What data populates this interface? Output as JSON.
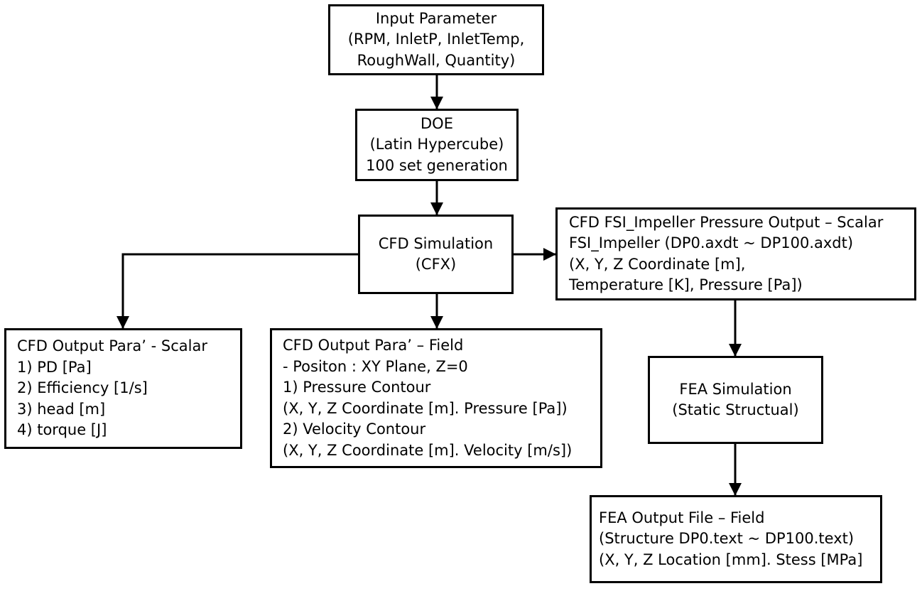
{
  "nodes": {
    "input": {
      "lines": [
        "Input Parameter",
        "(RPM, InletP, InletTemp,",
        "RoughWall, Quantity)"
      ]
    },
    "doe": {
      "lines": [
        "DOE",
        "(Latin Hypercube)",
        "100 set generation"
      ]
    },
    "cfd_sim": {
      "lines": [
        "CFD Simulation",
        "(CFX)"
      ]
    },
    "fsi_output": {
      "lines": [
        "CFD FSI_Impeller Pressure Output – Scalar",
        "FSI_Impeller (DP0.axdt ~ DP100.axdt)",
        "(X, Y, Z Coordinate [m],",
        "Temperature [K], Pressure [Pa])"
      ]
    },
    "cfd_scalar": {
      "lines": [
        "CFD Output Para’ - Scalar",
        "1) PD [Pa]",
        "2) Efficiency [1/s]",
        "3) head [m]",
        "4) torque [J]"
      ]
    },
    "cfd_field": {
      "lines": [
        "CFD Output Para’ – Field",
        "- Positon : XY Plane, Z=0",
        "1) Pressure Contour",
        "(X, Y, Z Coordinate [m]. Pressure [Pa])",
        "2) Velocity Contour",
        "(X, Y, Z Coordinate [m]. Velocity [m/s])"
      ]
    },
    "fea_sim": {
      "lines": [
        "FEA Simulation",
        "(Static Structual)"
      ]
    },
    "fea_output": {
      "lines": [
        "FEA Output File – Field",
        "(Structure DP0.text ~ DP100.text)",
        "(X, Y, Z Location [mm]. Stess [MPa]"
      ]
    }
  },
  "colors": {
    "stroke": "#000000",
    "background": "#ffffff"
  }
}
